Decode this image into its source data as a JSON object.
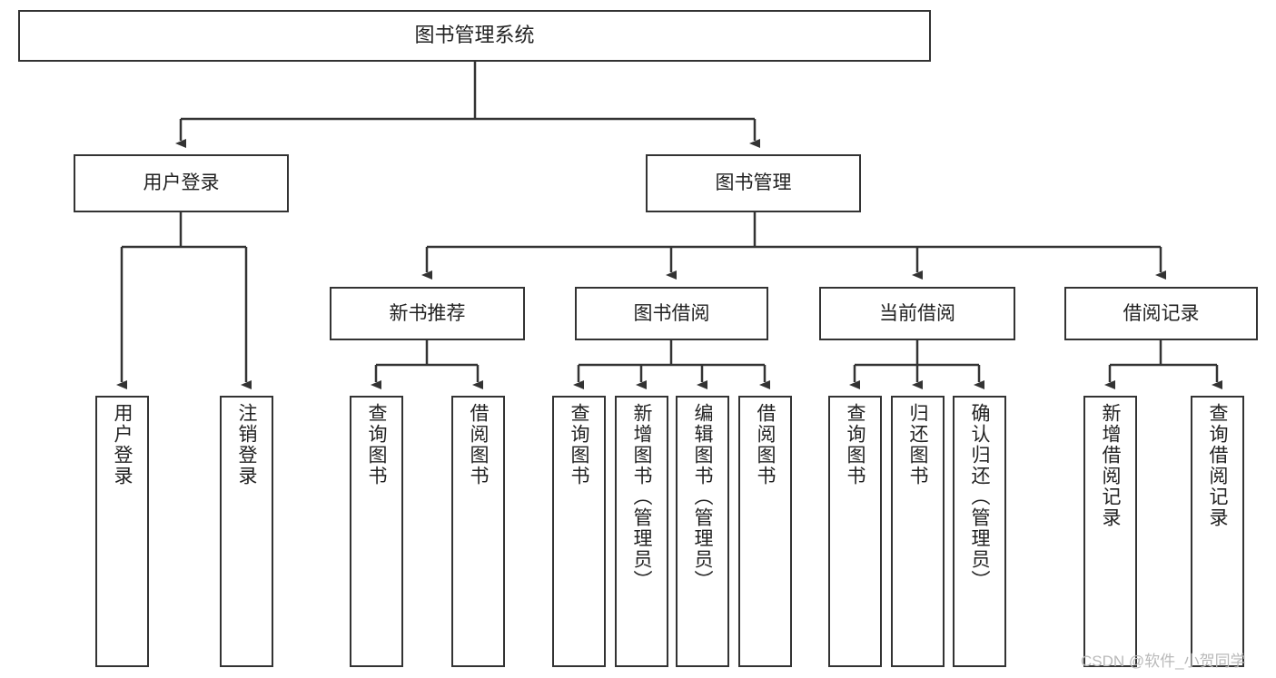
{
  "diagram": {
    "type": "tree-hierarchy",
    "title": "图书管理系统",
    "root": {
      "id": "root",
      "label": "图书管理系统",
      "level": 1
    },
    "level2": [
      {
        "id": "user-login",
        "label": "用户登录"
      },
      {
        "id": "book-management",
        "label": "图书管理"
      }
    ],
    "level3": [
      {
        "id": "new-book-recommend",
        "label": "新书推荐",
        "parent": "book-management"
      },
      {
        "id": "book-borrow",
        "label": "图书借阅",
        "parent": "book-management"
      },
      {
        "id": "current-borrow",
        "label": "当前借阅",
        "parent": "book-management"
      },
      {
        "id": "borrow-record",
        "label": "借阅记录",
        "parent": "book-management"
      }
    ],
    "leaves": [
      {
        "id": "leaf-user-login",
        "label": "用户登录",
        "parent": "user-login"
      },
      {
        "id": "leaf-logout",
        "label": "注销登录",
        "parent": "user-login"
      },
      {
        "id": "leaf-query-book-1",
        "label": "查询图书",
        "parent": "new-book-recommend"
      },
      {
        "id": "leaf-borrow-book-1",
        "label": "借阅图书",
        "parent": "new-book-recommend"
      },
      {
        "id": "leaf-query-book-2",
        "label": "查询图书",
        "parent": "book-borrow"
      },
      {
        "id": "leaf-add-book",
        "label": "新增图书（管理员）",
        "parent": "book-borrow"
      },
      {
        "id": "leaf-edit-book",
        "label": "编辑图书（管理员）",
        "parent": "book-borrow"
      },
      {
        "id": "leaf-borrow-book-2",
        "label": "借阅图书",
        "parent": "book-borrow"
      },
      {
        "id": "leaf-query-book-3",
        "label": "查询图书",
        "parent": "current-borrow"
      },
      {
        "id": "leaf-return-book",
        "label": "归还图书",
        "parent": "current-borrow"
      },
      {
        "id": "leaf-confirm-return",
        "label": "确认归还（管理员）",
        "parent": "current-borrow"
      },
      {
        "id": "leaf-add-record",
        "label": "新增借阅记录",
        "parent": "borrow-record"
      },
      {
        "id": "leaf-query-record",
        "label": "查询借阅记录",
        "parent": "borrow-record"
      }
    ]
  },
  "watermark": {
    "text": "CSDN @软件_小贺同学"
  },
  "colors": {
    "stroke": "#333333",
    "fill": "#ffffff",
    "text": "#222222",
    "watermark": "#b9b9b9"
  }
}
